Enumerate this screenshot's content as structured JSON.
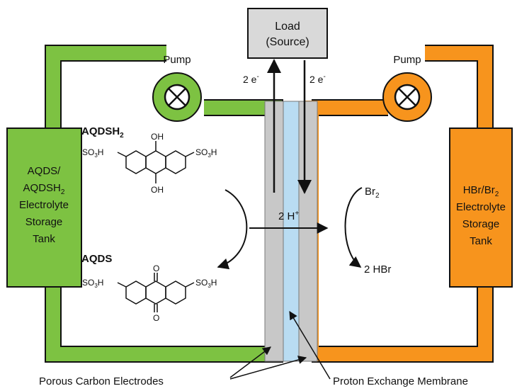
{
  "load_box": {
    "line1": "Load",
    "line2": "(Source)"
  },
  "pumps": {
    "left_label": "Pump",
    "right_label": "Pump"
  },
  "electrons": {
    "left": "2 e",
    "right": "2 e",
    "superscript": "-"
  },
  "left_tank": {
    "line1": "AQDS/",
    "line2": "AQDSH",
    "line2_sub": "2",
    "line3": "Electrolyte",
    "line4": "Storage",
    "line5": "Tank"
  },
  "right_tank": {
    "line1": "HBr/Br",
    "line1_sub": "2",
    "line2": "Electrolyte",
    "line3": "Storage",
    "line4": "Tank"
  },
  "molecules": {
    "top_name": "AQDSH",
    "top_name_sub": "2",
    "bottom_name": "AQDS",
    "oh_top": "OH",
    "oh_bottom": "OH",
    "o_top": "O",
    "o_bottom": "O",
    "so3h": "SO",
    "so3h_sub": "3",
    "so3h_end": "H"
  },
  "protons": {
    "label": "2 H",
    "superscript": "+"
  },
  "bromine": {
    "br2": "Br",
    "br2_sub": "2",
    "hbr": "2 HBr"
  },
  "labels": {
    "electrodes": "Porous Carbon Electrodes",
    "membrane": "Proton Exchange Membrane"
  },
  "colors": {
    "green": "#7dc242",
    "orange": "#f7941d",
    "electrode_gray": "#c8c8c8",
    "membrane_blue": "#b9dcf2",
    "load_fill": "#d9d9d9"
  }
}
